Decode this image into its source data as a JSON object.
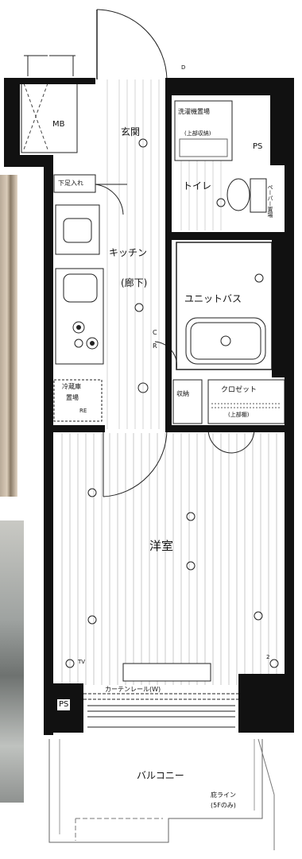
{
  "floor_plan": {
    "rooms": {
      "mb": "MB",
      "entrance": "玄関",
      "washer_space": "洗濯機置場",
      "washer_shelf": "(上部収納)",
      "ps_top": "PS",
      "shoe_box": "下足入れ",
      "toilet": "トイレ",
      "toilet_note": "ペーパー置場",
      "kitchen": "キッチン",
      "hallway": "(廊下)",
      "unit_bath": "ユニットバス",
      "fridge_line1": "冷蔵庫",
      "fridge_line2": "置場",
      "storage": "収納",
      "closet": "クロゼット",
      "closet_shelf": "(上部棚)",
      "western_room": "洋室",
      "curtain_rail": "カーテンレール(W)",
      "ps_bottom": "PS",
      "balcony": "バルコニー",
      "eave_line": "庇ライン",
      "eave_note": "(5Fのみ)"
    },
    "fixtures": {
      "cr_c": "C",
      "cr_r": "R",
      "tv": "TV",
      "outlet_2": "2",
      "re": "RE",
      "circle_d": "D"
    }
  }
}
